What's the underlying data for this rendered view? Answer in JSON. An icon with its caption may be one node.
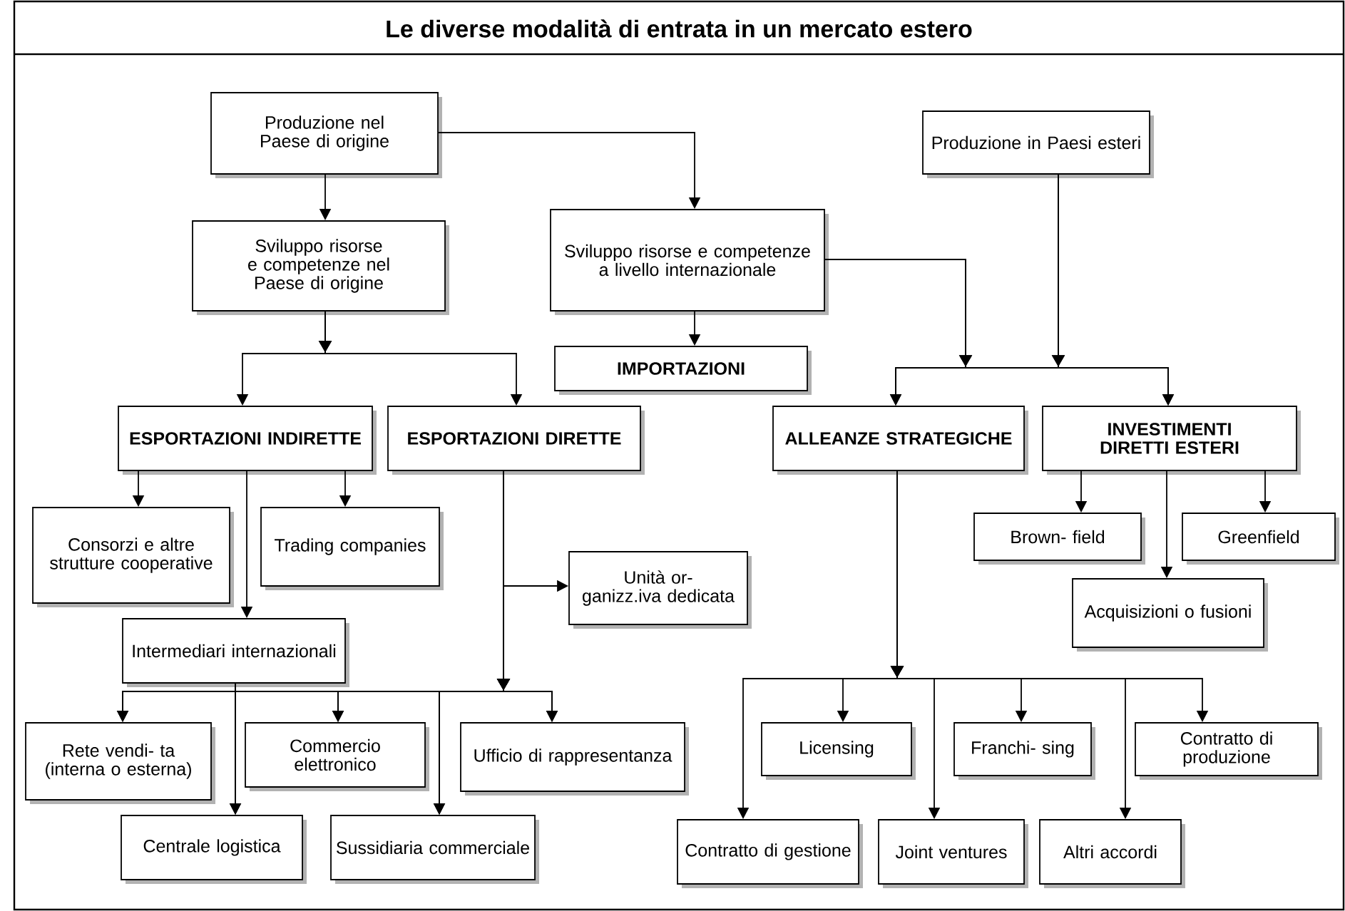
{
  "diagram": {
    "title": "Le diverse modalità di entrata in un mercato estero",
    "nodes": [
      {
        "text": [
          "Produzione nel Paese di origine"
        ]
      },
      {
        "text": [
          "Produzione in Paesi esteri"
        ]
      },
      {
        "text": [
          "Sviluppo risorse e competenze nel Paese di origine"
        ]
      },
      {
        "text": [
          "Sviluppo risorse e competenze a livello internazionale"
        ]
      },
      {
        "text": [
          "IMPORTAZIONI"
        ]
      },
      {
        "text": [
          "ESPORTAZIONI INDIRETTE"
        ]
      },
      {
        "text": [
          "ESPORTAZIONI DIRETTE"
        ]
      },
      {
        "text": [
          "ALLEANZE STRATEGICHE"
        ]
      },
      {
        "text": [
          "INVESTIMENTI DIRETTI ESTERI"
        ]
      },
      {
        "text": [
          "Consorzi e altre strutture cooperative"
        ]
      },
      {
        "text": [
          "Trading companies"
        ]
      },
      {
        "text": [
          "Unità or- ganizz.iva dedicata"
        ]
      },
      {
        "text": [
          "Brown- field"
        ]
      },
      {
        "text": [
          "Greenfield"
        ]
      },
      {
        "text": [
          "Acquisizioni o fusioni"
        ]
      },
      {
        "text": [
          "Intermediari internazionali"
        ]
      },
      {
        "text": [
          "Rete vendi- ta (interna o esterna)"
        ]
      },
      {
        "text": [
          "Commercio elettronico"
        ]
      },
      {
        "text": [
          "Ufficio di rappresentanza"
        ]
      },
      {
        "text": [
          "Licensing"
        ]
      },
      {
        "text": [
          "Franchi- sing"
        ]
      },
      {
        "text": [
          "Contratto di produzione"
        ]
      },
      {
        "text": [
          "Centrale logistica"
        ]
      },
      {
        "text": [
          "Sussidiaria commerciale"
        ]
      },
      {
        "text": [
          "Contratto di gestione"
        ]
      },
      {
        "text": [
          "Joint ventures"
        ]
      },
      {
        "text": [
          "Altri accordi"
        ]
      }
    ],
    "edges": [
      {
        "from": 0,
        "to": 2,
        "arrow": "to"
      },
      {
        "from": 0,
        "to": 3,
        "arrow": "to"
      },
      {
        "from": 2,
        "to": 5,
        "arrow": "to"
      },
      {
        "from": 2,
        "to": 6,
        "arrow": "to"
      },
      {
        "from": 3,
        "to": 4,
        "arrow": "to"
      },
      {
        "from": 3,
        "to": 7,
        "arrow": "to"
      },
      {
        "from": 3,
        "to": 8,
        "arrow": "to"
      },
      {
        "from": 1,
        "to": 7,
        "arrow": "to"
      },
      {
        "from": 1,
        "to": 8,
        "arrow": "to"
      },
      {
        "from": 5,
        "to": 9,
        "arrow": "to"
      },
      {
        "from": 5,
        "to": 15,
        "arrow": "to"
      },
      {
        "from": 5,
        "to": 10,
        "arrow": "to"
      },
      {
        "from": 6,
        "to": 11,
        "arrow": "to"
      },
      {
        "from": 15,
        "to": 16,
        "arrow": "to"
      },
      {
        "from": 15,
        "to": 22,
        "arrow": "to"
      },
      {
        "from": 15,
        "to": 17,
        "arrow": "to"
      },
      {
        "from": 15,
        "to": 23,
        "arrow": "to"
      },
      {
        "from": 15,
        "to": 18,
        "arrow": "to"
      },
      {
        "from": 6,
        "to": 16,
        "arrow": "to"
      },
      {
        "from": 6,
        "to": 22,
        "arrow": "to"
      },
      {
        "from": 6,
        "to": 17,
        "arrow": "to"
      },
      {
        "from": 6,
        "to": 23,
        "arrow": "to"
      },
      {
        "from": 6,
        "to": 18,
        "arrow": "to"
      },
      {
        "from": 7,
        "to": 24,
        "arrow": "to"
      },
      {
        "from": 7,
        "to": 19,
        "arrow": "to"
      },
      {
        "from": 7,
        "to": 25,
        "arrow": "to"
      },
      {
        "from": 7,
        "to": 20,
        "arrow": "to"
      },
      {
        "from": 7,
        "to": 26,
        "arrow": "to"
      },
      {
        "from": 7,
        "to": 21,
        "arrow": "to"
      },
      {
        "from": 8,
        "to": 12,
        "arrow": "to"
      },
      {
        "from": 8,
        "to": 14,
        "arrow": "to"
      },
      {
        "from": 8,
        "to": 13,
        "arrow": "to"
      }
    ]
  }
}
